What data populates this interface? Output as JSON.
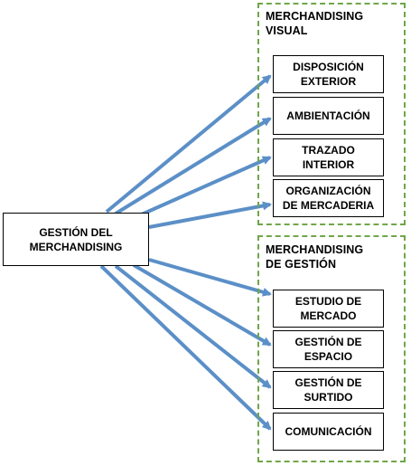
{
  "root": {
    "line1": "GESTIÓN DEL",
    "line2": "MERCHANDISING"
  },
  "groups": [
    {
      "title_line1": "MERCHANDISING",
      "title_line2": "VISUAL",
      "items": [
        {
          "line1": "DISPOSICIÓN",
          "line2": "EXTERIOR"
        },
        {
          "line1": "AMBIENTACIÓN",
          "line2": ""
        },
        {
          "line1": "TRAZADO",
          "line2": "INTERIOR"
        },
        {
          "line1": "ORGANIZACIÓN",
          "line2": "DE MERCADERIA"
        }
      ]
    },
    {
      "title_line1": "MERCHANDISING",
      "title_line2": "DE GESTIÓN",
      "items": [
        {
          "line1": "ESTUDIO DE",
          "line2": "MERCADO"
        },
        {
          "line1": "GESTIÓN DE",
          "line2": "ESPACIO"
        },
        {
          "line1": "GESTIÓN DE",
          "line2": "SURTIDO"
        },
        {
          "line1": "COMUNICACIÓN",
          "line2": ""
        }
      ]
    }
  ],
  "colors": {
    "arrow": "#5b8fc7",
    "group_border": "#70a64a",
    "box_border": "#000000"
  }
}
